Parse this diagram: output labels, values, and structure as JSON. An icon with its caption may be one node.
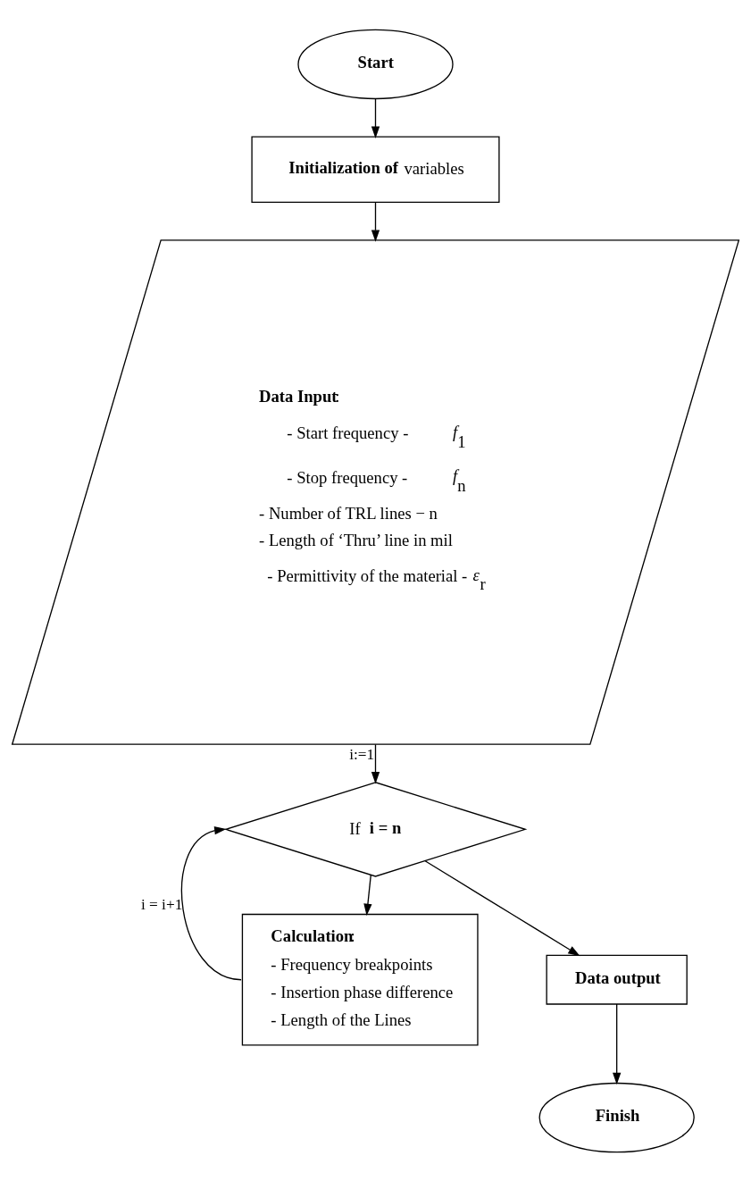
{
  "diagram": {
    "nodes": [
      {
        "text": [
          "Start"
        ]
      },
      {
        "text": [
          "**Initialization of** variables"
        ]
      },
      {
        "text": [
          "**Data Input**:",
          "- Start frequency - *f*$_{1}$",
          "- Stop frequency - *f*$_{n}$",
          "- Number of TRL lines − n",
          "- Length of ‘Thru’ line in mil",
          "- Permittivity of the material - *ε*$_{r}$"
        ]
      },
      {
        "text": [
          "If **i = n**"
        ]
      },
      {
        "text": [
          "**Calculation**:",
          "- Frequency breakpoints",
          "- Insertion phase difference",
          "- Length of the Lines"
        ]
      },
      {
        "text": [
          "Data output"
        ]
      },
      {
        "text": [
          "Finish"
        ]
      }
    ],
    "edges": [
      {
        "from": 0,
        "to": 1,
        "arrow": "to"
      },
      {
        "from": 1,
        "to": 2,
        "arrow": "to"
      },
      {
        "from": 2,
        "to": 3,
        "arrow": "to",
        "label": "i:=1"
      },
      {
        "from": 3,
        "to": 4,
        "arrow": "to"
      },
      {
        "from": 4,
        "to": 3,
        "arrow": "to",
        "label": "i = i+1"
      },
      {
        "from": 3,
        "to": 5,
        "arrow": "to"
      },
      {
        "from": 5,
        "to": 6,
        "arrow": "to"
      }
    ]
  }
}
